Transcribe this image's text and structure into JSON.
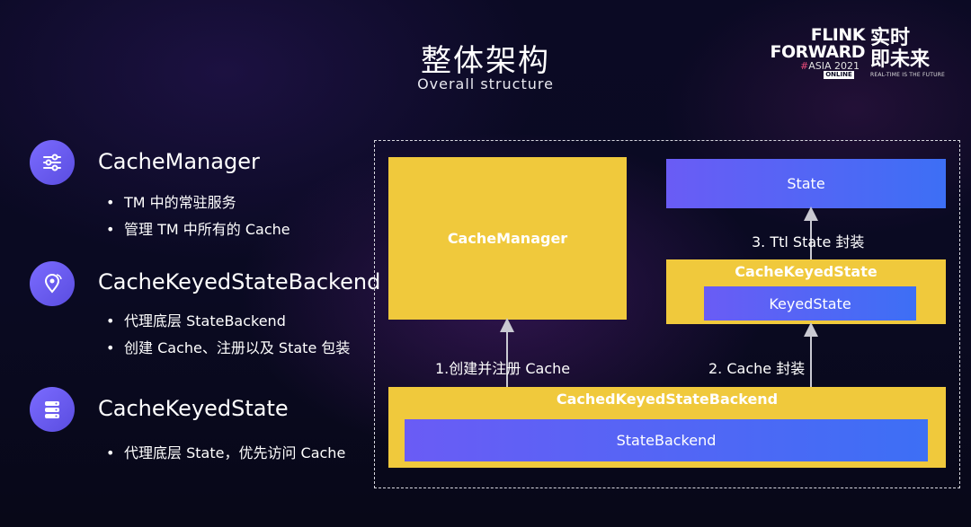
{
  "header": {
    "title": "整体架构",
    "subtitle": "Overall structure"
  },
  "logo": {
    "line1": "FLINK",
    "line2": "FORWARD",
    "hash": "#",
    "event": "ASIA 2021",
    "online": "ONLINE",
    "cn_line1": "实时",
    "cn_line2": "即未来",
    "tagline": "REAL-TIME IS THE FUTURE"
  },
  "sections": [
    {
      "title": "CacheManager",
      "icon": "sliders-icon",
      "bullets": [
        "TM 中的常驻服务",
        "管理 TM 中所有的 Cache"
      ]
    },
    {
      "title": "CacheKeyedStateBackend",
      "icon": "location-pin-icon",
      "bullets": [
        "代理底层 StateBackend",
        "创建 Cache、注册以及 State 包装"
      ]
    },
    {
      "title": "CacheKeyedState",
      "icon": "database-icon",
      "bullets": [
        "代理底层 State，优先访问 Cache"
      ]
    }
  ],
  "diagram": {
    "cache_manager": "CacheManager",
    "state": "State",
    "cache_keyed_state": "CacheKeyedState",
    "keyed_state": "KeyedState",
    "cached_keyed_state_backend": "CachedKeyedStateBackend",
    "state_backend": "StateBackend",
    "arrow1": "1.创建并注册 Cache",
    "arrow2": "2. Cache 封装",
    "arrow3": "3. Ttl State 封装"
  },
  "colors": {
    "accent_yellow": "#f0c93c",
    "accent_blue": "#5a63f5",
    "icon_purple": "#6b5cf0",
    "background": "#0b0a24"
  }
}
